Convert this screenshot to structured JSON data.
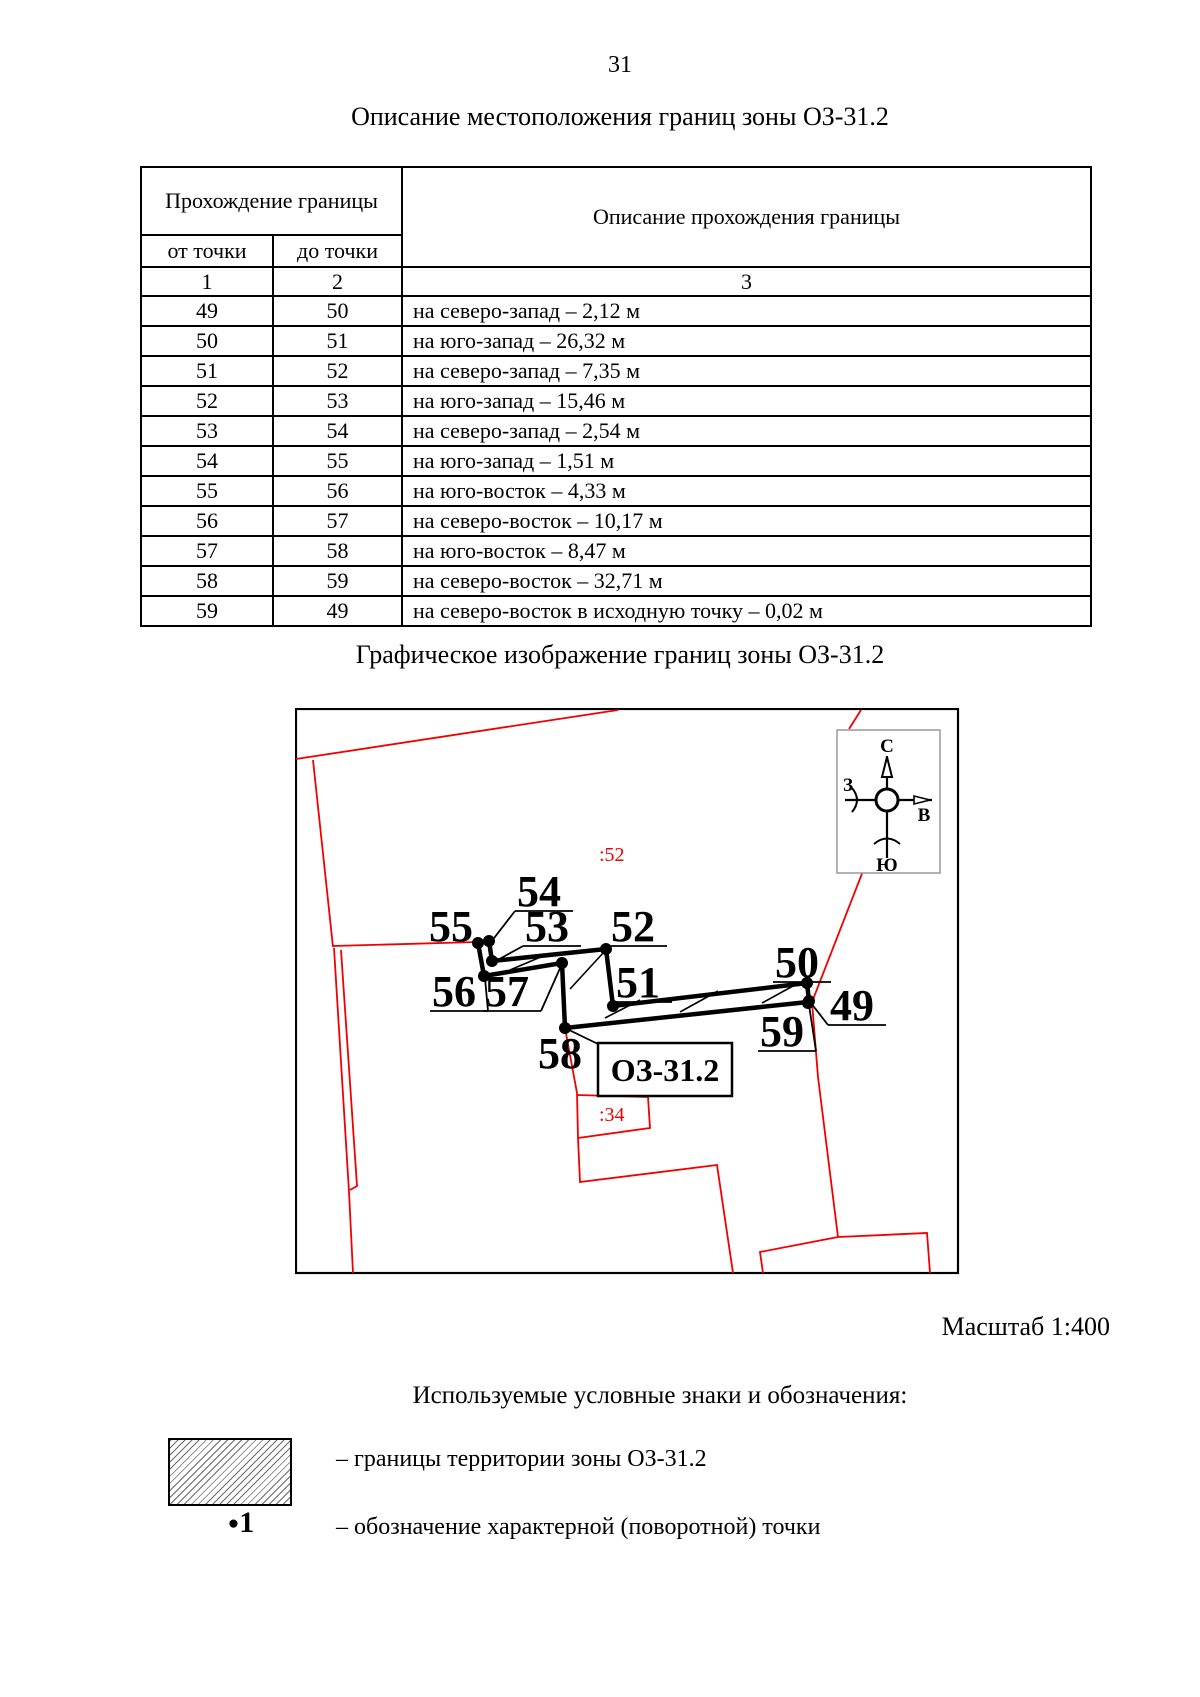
{
  "page_number": "31",
  "title": "Описание местоположения границ зоны ОЗ-31.2",
  "table": {
    "header_group": "Прохождение границы",
    "header_desc": "Описание прохождения границы",
    "subheader_from": "от точки",
    "subheader_to": "до точки",
    "col_numbers": [
      "1",
      "2",
      "3"
    ],
    "rows": [
      {
        "from": "49",
        "to": "50",
        "desc": "на северо-запад – 2,12 м"
      },
      {
        "from": "50",
        "to": "51",
        "desc": "на юго-запад – 26,32 м"
      },
      {
        "from": "51",
        "to": "52",
        "desc": "на северо-запад – 7,35 м"
      },
      {
        "from": "52",
        "to": "53",
        "desc": "на юго-запад – 15,46 м"
      },
      {
        "from": "53",
        "to": "54",
        "desc": "на северо-запад – 2,54 м"
      },
      {
        "from": "54",
        "to": "55",
        "desc": "на юго-запад – 1,51 м"
      },
      {
        "from": "55",
        "to": "56",
        "desc": "на юго-восток – 4,33 м"
      },
      {
        "from": "56",
        "to": "57",
        "desc": "на северо-восток – 10,17 м"
      },
      {
        "from": "57",
        "to": "58",
        "desc": "на юго-восток – 8,47 м"
      },
      {
        "from": "58",
        "to": "59",
        "desc": "на северо-восток – 32,71 м"
      },
      {
        "from": "59",
        "to": "49",
        "desc": "на северо-восток в исходную точку – 0,02 м"
      }
    ]
  },
  "map_title": "Графическое изображение границ зоны ОЗ-31.2",
  "map": {
    "zone_label": "ОЗ-31.2",
    "parcel_label_52": ":52",
    "parcel_label_34": ":34",
    "point_labels": [
      "49",
      "50",
      "51",
      "52",
      "53",
      "54",
      "55",
      "56",
      "57",
      "58",
      "59"
    ],
    "compass": {
      "north": "С",
      "south": "Ю",
      "west": "З",
      "east": "В"
    },
    "colors": {
      "parcel_red": "#f20000",
      "boundary_black": "#000000"
    }
  },
  "scale_text": "Масштаб 1:400",
  "legend": {
    "title": "Используемые условные знаки и обозначения:",
    "items": [
      {
        "symbol": "hatch-swatch",
        "text": "– границы территории зоны ОЗ-31.2"
      },
      {
        "symbol": "point",
        "symbol_dot": "●",
        "symbol_label": "1",
        "text": "– обозначение характерной (поворотной) точки"
      }
    ]
  }
}
